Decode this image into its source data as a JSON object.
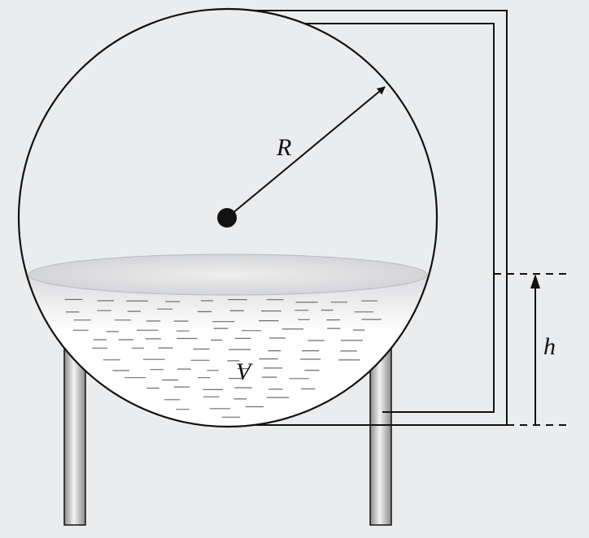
{
  "labels": {
    "radius": "R",
    "volume": "V",
    "height": "h"
  },
  "colors": {
    "background": "#ebecee",
    "outline": "#111111",
    "liquid_top": "#ffffff",
    "liquid_surface": "#d8d9db",
    "dash_marks": "#7a7a7a",
    "leg_light": "#f2f2f2",
    "leg_dark": "#8a8a8a"
  }
}
